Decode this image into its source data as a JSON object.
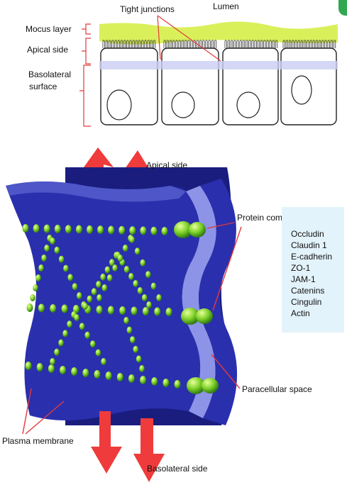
{
  "top_diagram": {
    "labels": {
      "tight_junctions": "Tight junctions",
      "lumen": "Lumen",
      "mucus_layer": "Mocus layer",
      "apical_side": "Apical side",
      "basolateral_surface_line1": "Basolateral",
      "basolateral_surface_line2": "surface"
    }
  },
  "bottom_diagram": {
    "labels": {
      "apical_side": "Apical side",
      "protein_complex": "Protein complex",
      "paracellular_space": "Paracellular space",
      "plasma_membrane": "Plasma membrane",
      "basolateral_side": "Basolateral side"
    },
    "protein_list": [
      "Occludin",
      "Claudin 1",
      "E-cadherin",
      "ZO-1",
      "JAM-1",
      "Catenins",
      "Cingulin",
      "Actin"
    ]
  },
  "colors": {
    "membrane": "#2a2fae",
    "membrane_dark": "#1a1d7e",
    "membrane_light": "#7b82e0",
    "protein": "#7fd12a",
    "arrow": "#ef3b3b",
    "mucus": "#d8ef52",
    "callout": "#e23a3a",
    "list_background": "#e3f3fb"
  }
}
